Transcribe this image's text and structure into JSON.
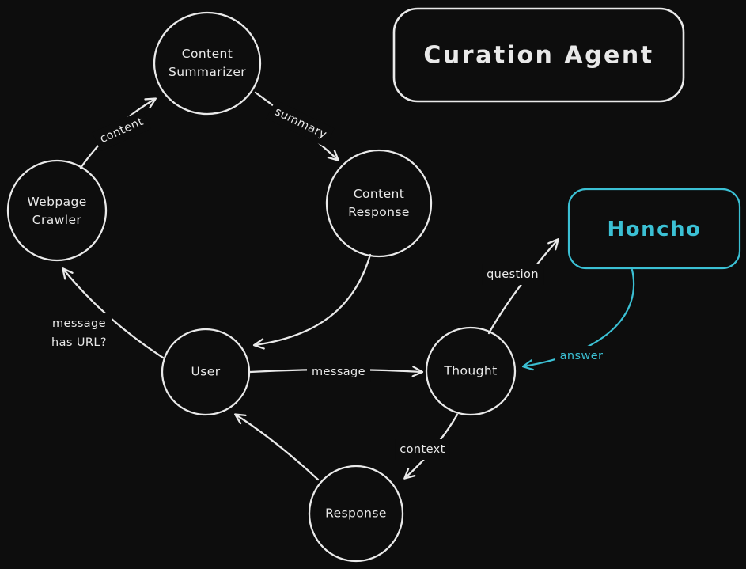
{
  "title": {
    "label": "Curation Agent"
  },
  "nodes": {
    "content_summarizer": {
      "label": "Content Summarizer",
      "shape": "ellipse",
      "lines": [
        "Content",
        "Summarizer"
      ]
    },
    "webpage_crawler": {
      "label": "Webpage Crawler",
      "shape": "ellipse",
      "lines": [
        "Webpage",
        "Crawler"
      ]
    },
    "content_response": {
      "label": "Content Response",
      "shape": "ellipse",
      "lines": [
        "Content",
        "Response"
      ]
    },
    "user": {
      "label": "User",
      "shape": "ellipse"
    },
    "thought": {
      "label": "Thought",
      "shape": "ellipse"
    },
    "response": {
      "label": "Response",
      "shape": "ellipse"
    },
    "honcho": {
      "label": "Honcho",
      "shape": "rounded-rect",
      "color": "#3bc0d4"
    }
  },
  "edges": [
    {
      "from": "Webpage Crawler",
      "to": "Content Summarizer",
      "label": "content"
    },
    {
      "from": "Content Summarizer",
      "to": "Content Response",
      "label": "summary"
    },
    {
      "from": "Content Response",
      "to": "User",
      "label": ""
    },
    {
      "from": "User",
      "to": "Webpage Crawler",
      "label": "message has URL?",
      "label_lines": [
        "message",
        "has URL?"
      ]
    },
    {
      "from": "User",
      "to": "Thought",
      "label": "message"
    },
    {
      "from": "Thought",
      "to": "Honcho",
      "label": "question"
    },
    {
      "from": "Honcho",
      "to": "Thought",
      "label": "answer",
      "color": "#3bc0d4"
    },
    {
      "from": "Thought",
      "to": "Response",
      "label": "context"
    },
    {
      "from": "Response",
      "to": "User",
      "label": ""
    }
  ],
  "colors": {
    "background": "#0d0d0d",
    "stroke": "#e9e9e9",
    "accent": "#3bc0d4"
  }
}
